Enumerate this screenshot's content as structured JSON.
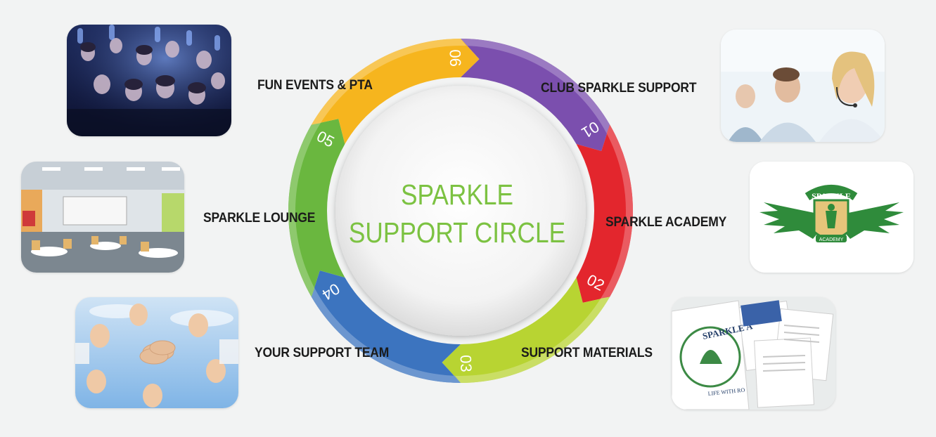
{
  "center_title": {
    "line1": "SPARKLE",
    "line2": "SUPPORT CIRCLE"
  },
  "steps": [
    {
      "number": "01",
      "label": "CLUB SPARKLE SUPPORT",
      "color": "#7b4fae"
    },
    {
      "number": "02",
      "label": "SPARKLE ACADEMY",
      "color": "#e3262d"
    },
    {
      "number": "03",
      "label": "SUPPORT MATERIALS",
      "color": "#b8d432"
    },
    {
      "number": "04",
      "label": "YOUR SUPPORT TEAM",
      "color": "#3c74bf"
    },
    {
      "number": "05",
      "label": "SPARKLE LOUNGE",
      "color": "#6ab73f"
    },
    {
      "number": "06",
      "label": "FUN EVENTS & PTA",
      "color": "#f6b51e"
    }
  ],
  "academy_logo": {
    "word": "SPARKLE",
    "subword": "ACADEMY"
  },
  "materials_logo": {
    "word": "SPARKLE A",
    "tagline": "LIFE WITH RO"
  }
}
